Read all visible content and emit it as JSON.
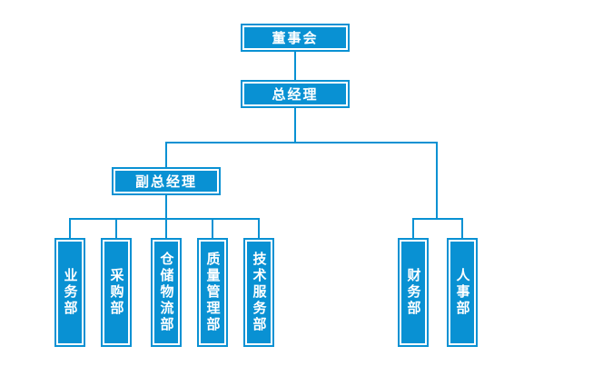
{
  "diagram": {
    "type": "org-chart",
    "accent_color": "#0991d3",
    "text_color": "#ffffff",
    "background_color": "#ffffff",
    "nodes": {
      "board": "董事会",
      "general_manager": "总经理",
      "deputy_general_manager": "副总经理",
      "business_dept": "业务部",
      "purchasing_dept": "采购部",
      "warehouse_logistics_dept": "仓储物流部",
      "quality_management_dept": "质量管理部",
      "technical_service_dept": "技术服务部",
      "finance_dept": "财务部",
      "hr_dept": "人事部"
    },
    "edges": [
      {
        "from": "董事会",
        "to": "总经理"
      },
      {
        "from": "总经理",
        "to": "副总经理"
      },
      {
        "from": "副总经理",
        "to": "业务部"
      },
      {
        "from": "副总经理",
        "to": "采购部"
      },
      {
        "from": "副总经理",
        "to": "仓储物流部"
      },
      {
        "from": "副总经理",
        "to": "质量管理部"
      },
      {
        "from": "副总经理",
        "to": "技术服务部"
      },
      {
        "from": "总经理",
        "to": "财务部"
      },
      {
        "from": "总经理",
        "to": "人事部"
      }
    ]
  }
}
